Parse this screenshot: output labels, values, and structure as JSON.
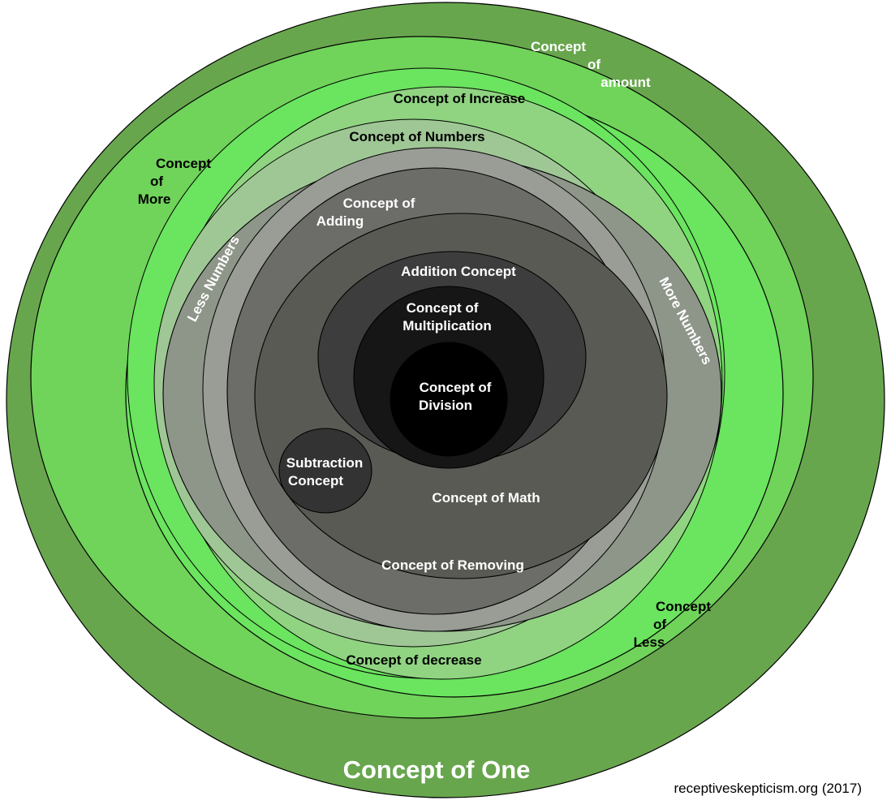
{
  "diagram": {
    "concept_of_one": "Concept of One",
    "concept_of_amount": [
      "Concept",
      "of",
      "amount"
    ],
    "concept_of_more": [
      "Concept",
      "of",
      "More"
    ],
    "concept_of_less": [
      "Concept",
      "of",
      "Less"
    ],
    "concept_of_increase": "Concept of Increase",
    "concept_of_numbers": "Concept of Numbers",
    "concept_of_decrease": "Concept of decrease",
    "less_numbers": "Less Numbers",
    "more_numbers": "More Numbers",
    "concept_of_adding": [
      "Concept of",
      "Adding"
    ],
    "addition_concept": "Addition Concept",
    "concept_of_multiplication": [
      "Concept of",
      "Multiplication"
    ],
    "concept_of_division": [
      "Concept of",
      "Division"
    ],
    "subtraction_concept": [
      "Subtraction",
      "Concept"
    ],
    "concept_of_math": "Concept of Math",
    "concept_of_removing": "Concept of Removing"
  },
  "credit": "receptiveskepticism.org (2017)",
  "colors": {
    "outer_green": "#68a64e",
    "mid_green": "#70d35a",
    "bright_green": "#6be45f",
    "pale_green": "#90d482",
    "sage": "#9fc795",
    "grey": "#8e9589",
    "dark_grey": "#6c6d68",
    "charcoal": "#4c4c4c",
    "black_circle": "#000000"
  }
}
